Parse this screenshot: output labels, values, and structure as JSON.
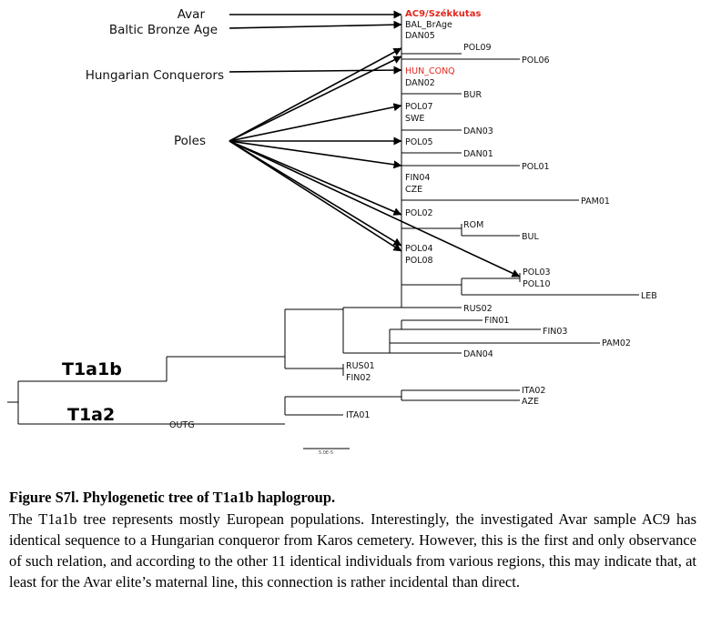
{
  "figure": {
    "title": "Figure S7l. Phylogenetic tree of T1a1b haplogroup.",
    "text": "The T1a1b tree represents mostly European populations. Interestingly, the investigated Avar sample AC9 has identical sequence to a Hungarian conqueror from Karos cemetery. However, this is the first and only observance of such relation, and according to the other 11 identical individuals from various regions, this may indicate that, at least for the Avar elite’s maternal line, this connection is rather incidental than direct."
  },
  "haplogroups": {
    "t1a1b": "T1a1b",
    "t1a2": "T1a2"
  },
  "populations": {
    "avar": "Avar",
    "baltic": "Baltic Bronze Age",
    "hungarian": "Hungarian Conquerors",
    "poles": "Poles"
  },
  "scale": {
    "label": "5.0E-5"
  },
  "leaves": {
    "AC9": "AC9/Székkutas",
    "BAL": "BAL_BrAge",
    "DAN05": "DAN05",
    "POL09": "POL09",
    "POL06": "POL06",
    "HUN": "HUN_CONQ",
    "DAN02": "DAN02",
    "BUR": "BUR",
    "POL07": "POL07",
    "SWE": "SWE",
    "DAN03": "DAN03",
    "POL05": "POL05",
    "DAN01": "DAN01",
    "POL01": "POL01",
    "FIN04": "FIN04",
    "CZE": "CZE",
    "PAM01": "PAM01",
    "POL02": "POL02",
    "ROM": "ROM",
    "BUL": "BUL",
    "POL04": "POL04",
    "POL08": "POL08",
    "POL03": "POL03",
    "POL10": "POL10",
    "LEB": "LEB",
    "RUS02": "RUS02",
    "FIN01": "FIN01",
    "FIN03": "FIN03",
    "PAM02": "PAM02",
    "DAN04": "DAN04",
    "RUS01": "RUS01",
    "FIN02": "FIN02",
    "ITA02": "ITA02",
    "AZE": "AZE",
    "ITA01": "ITA01",
    "OUTG": "OUTG"
  }
}
